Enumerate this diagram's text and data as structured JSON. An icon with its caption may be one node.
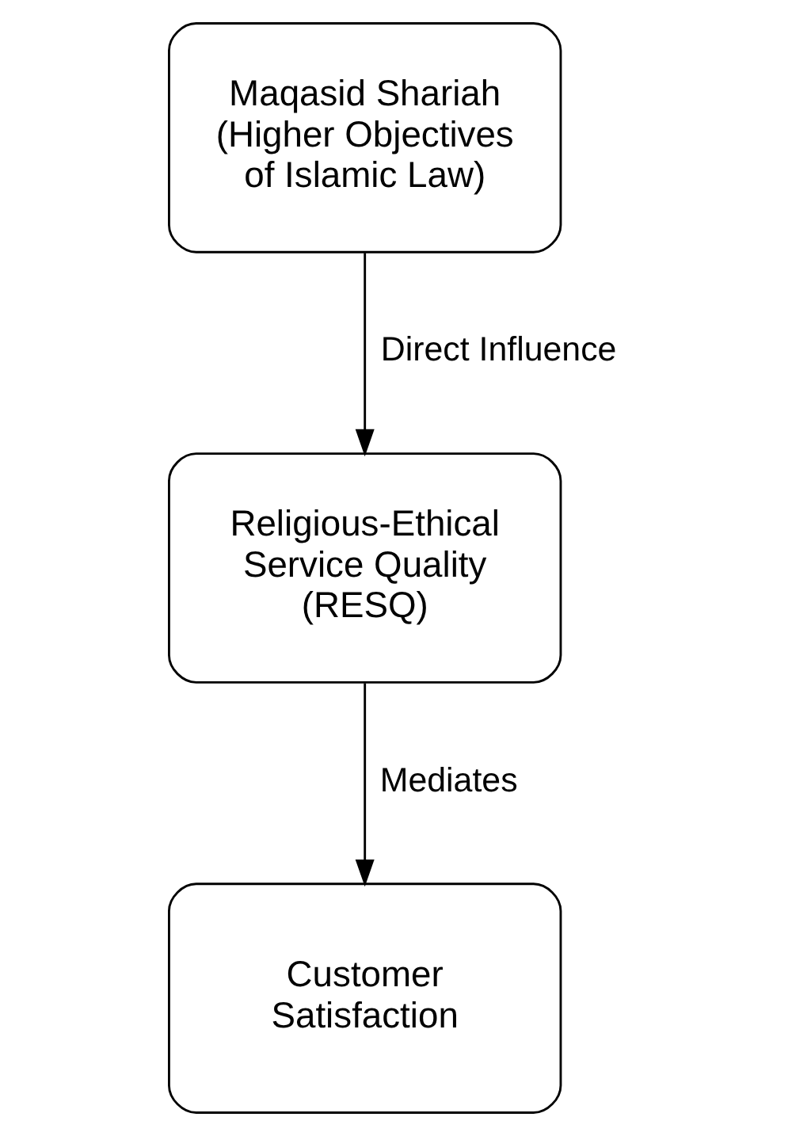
{
  "diagram": {
    "nodes": [
      {
        "text": [
          "Maqasid Shariah (Higher Objectives of Islamic Law)"
        ]
      },
      {
        "text": [
          "Religious-Ethical Service Quality (RESQ)"
        ]
      },
      {
        "text": [
          "Customer Satisfaction"
        ]
      }
    ],
    "edges": [
      {
        "from": 0,
        "to": 1,
        "arrow": "to",
        "label": "Direct Influence"
      },
      {
        "from": 1,
        "to": 2,
        "arrow": "to",
        "label": "Mediates"
      }
    ]
  }
}
